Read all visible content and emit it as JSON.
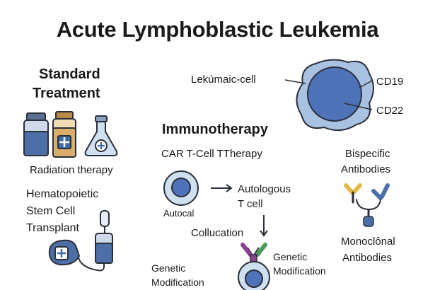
{
  "title": "Acute Lymphoblastic Leukemia",
  "standard": {
    "heading_line1": "Standard",
    "heading_line2": "Treatment",
    "radiation_label": "Radiation therapy",
    "hsct_line1": "Hematopoietic",
    "hsct_line2": "Stem Cell",
    "hsct_line3": "Transplant"
  },
  "cell": {
    "label": "Lekúmaic-cell",
    "marker1": "CD19",
    "marker2": "CD22"
  },
  "immuno": {
    "heading": "Immunotherapy",
    "car_t": "CAR T-Cell TTherapy",
    "autocal": "Autocal",
    "autologous_line1": "Autologous",
    "autologous_line2": "T cell",
    "collucation": "Collucation",
    "genetic_right_line1": "Genetic",
    "genetic_right_line2": "Modification",
    "genetic_left_line1": "Genetic",
    "genetic_left_line2": "Modification"
  },
  "antibodies": {
    "bispecific_line1": "Bispecific",
    "bispecific_line2": "Antibodies",
    "monoclonal_line1": "Monoclônal",
    "monoclonal_line2": "Antibodies"
  },
  "colors": {
    "outline": "#2b2f3a",
    "cell_fill": "#a9c2e2",
    "nucleus_fill": "#4f73b8",
    "vial_blue": "#4d6fa8",
    "vial_tan": "#d9ad6a",
    "flask_fill": "#cfe0f0",
    "antibody_yellow": "#e3b84a",
    "antibody_purple": "#8a3f8f",
    "antibody_green": "#4a9a55"
  }
}
